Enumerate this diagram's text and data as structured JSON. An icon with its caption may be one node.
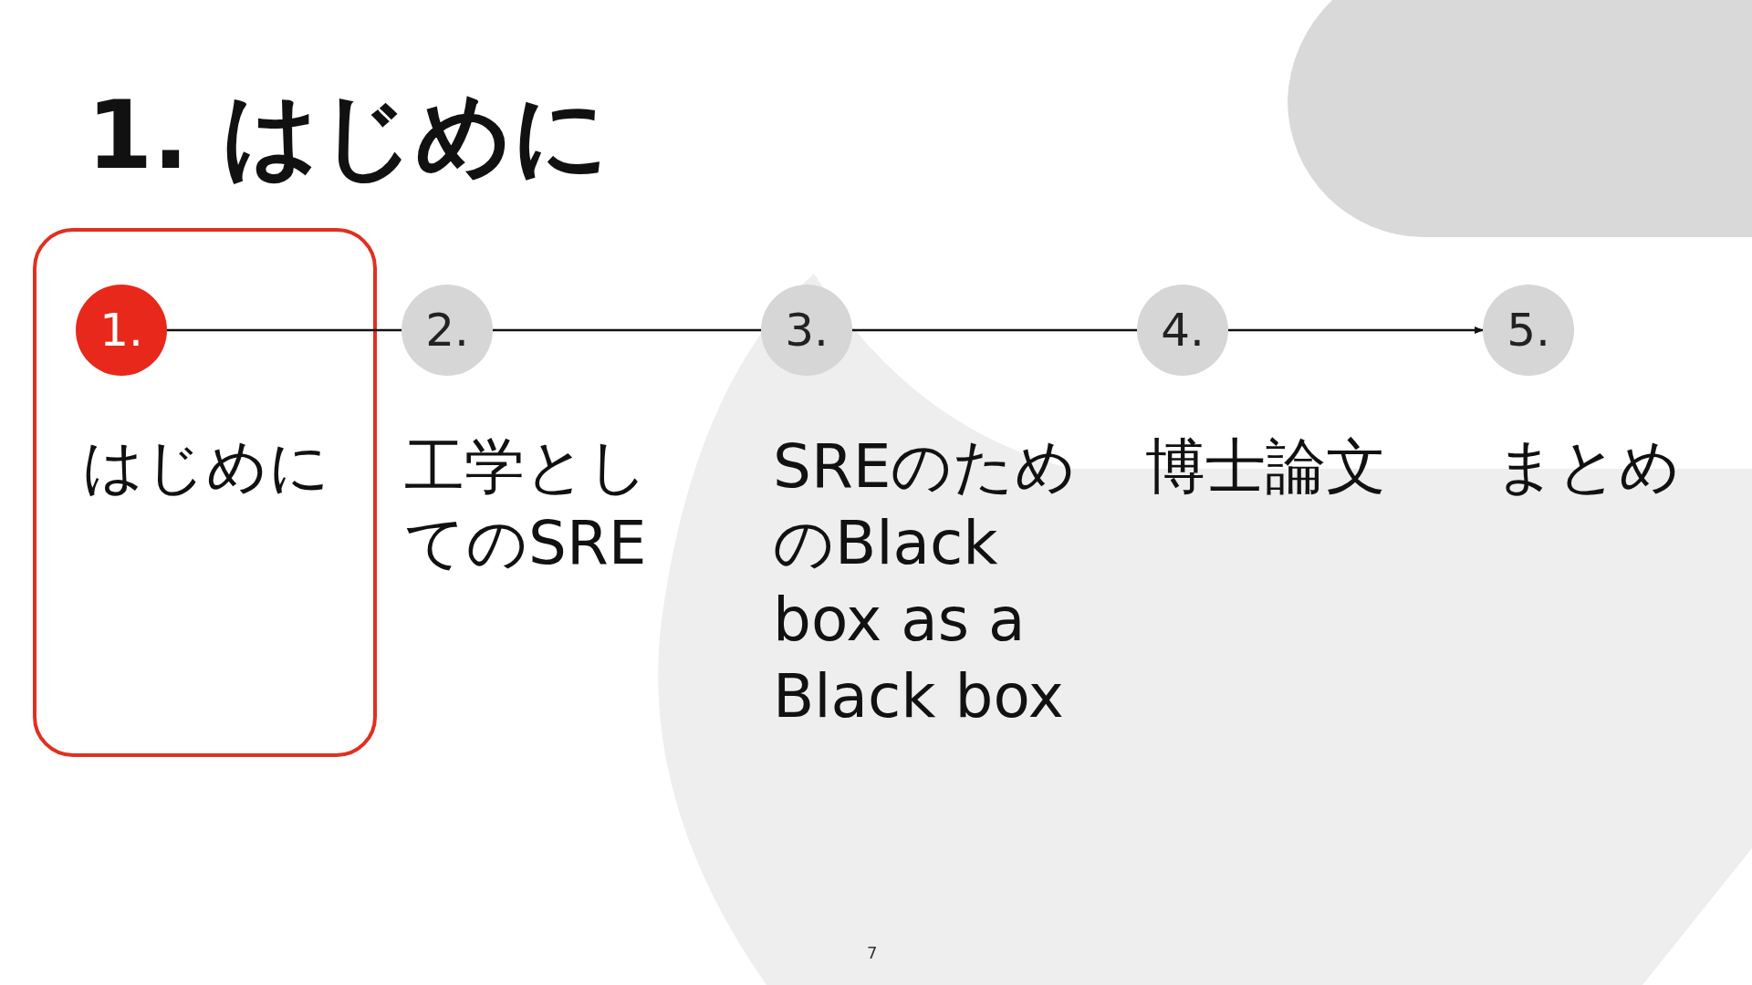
{
  "diagram": {
    "title": "1. はじめに",
    "nodes": [
      {
        "text": [
          "1."
        ],
        "beside": [
          "はじめに"
        ]
      },
      {
        "text": [
          "2."
        ],
        "beside": [
          "工学としてのSRE"
        ]
      },
      {
        "text": [
          "3."
        ],
        "beside": [
          "SREのためのBlack box as a Black box"
        ]
      },
      {
        "text": [
          "4."
        ],
        "beside": [
          "博士論文"
        ]
      },
      {
        "text": [
          "5."
        ],
        "beside": [
          "まとめ"
        ]
      }
    ],
    "edges": [
      {
        "from": 0,
        "to": 1,
        "arrow": "none"
      },
      {
        "from": 1,
        "to": 2,
        "arrow": "none"
      },
      {
        "from": 2,
        "to": 3,
        "arrow": "none"
      },
      {
        "from": 3,
        "to": 4,
        "arrow": "to"
      }
    ],
    "labels": [
      "7"
    ]
  }
}
